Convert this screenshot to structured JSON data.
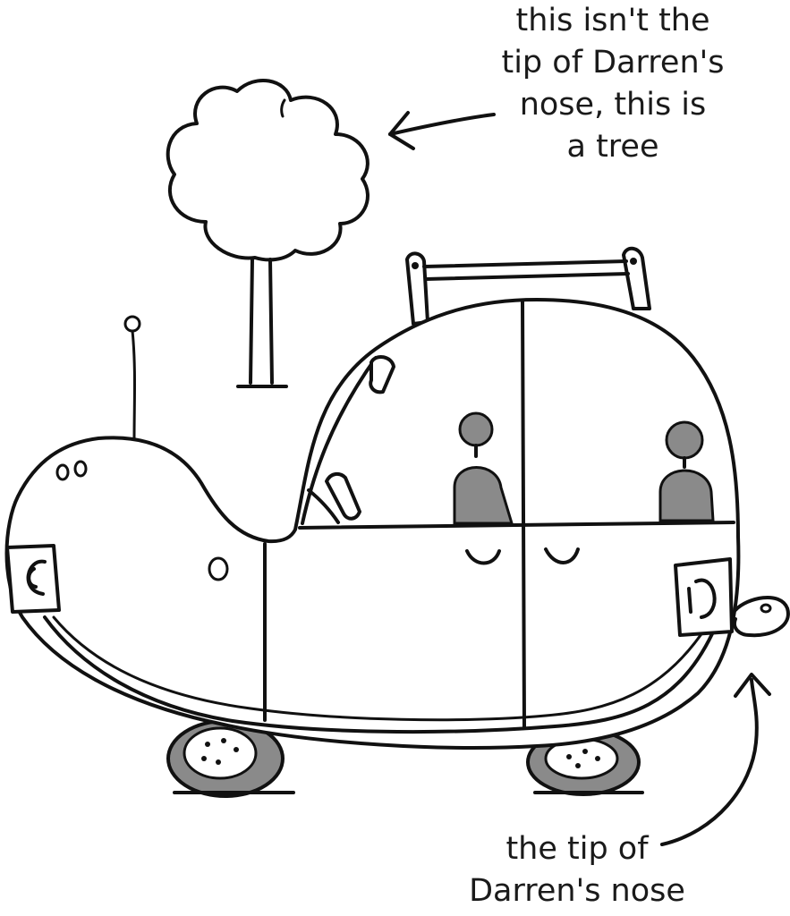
{
  "captions": {
    "tree": {
      "lines": [
        "this isn't the",
        "tip of Darren's",
        "nose, this is",
        "a tree"
      ]
    },
    "nose": {
      "lines": [
        "the tip of",
        "Darren's nose"
      ]
    }
  },
  "colors": {
    "ink": "#111111",
    "seat_grey": "#8a8a8a",
    "wheel_grey": "#8a8a8a",
    "background": "#ffffff"
  },
  "icons": {
    "tree": "tree-icon",
    "car": "car-icon",
    "nose": "nose-icon",
    "arrow_to_tree": "arrow-left-icon",
    "arrow_to_nose": "arrow-up-icon"
  }
}
